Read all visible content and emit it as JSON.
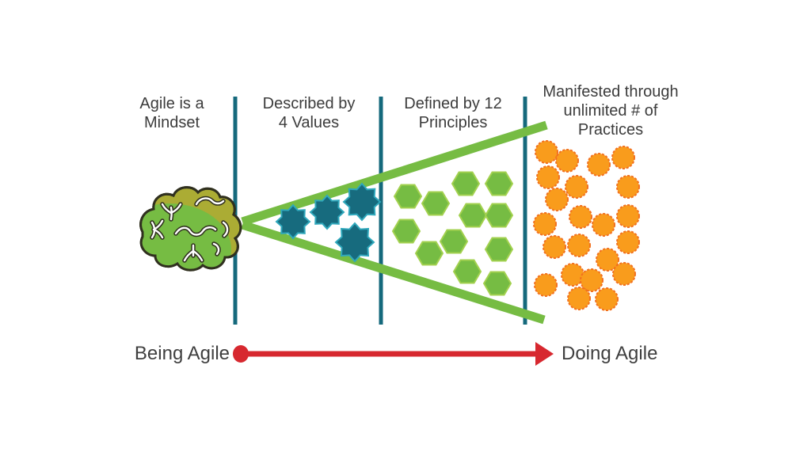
{
  "title": "Being Agile to Doing Agile funnel diagram",
  "headers": {
    "mindset": {
      "line1": "Agile is a",
      "line2": "Mindset"
    },
    "values": {
      "line1": "Described by",
      "line2": "4 Values"
    },
    "principles": {
      "line1": "Defined by 12",
      "line2": "Principles"
    },
    "practices": {
      "line1": "Manifested through",
      "line2": "unlimited # of",
      "line3": "Practices"
    }
  },
  "timeline": {
    "left_label": "Being Agile",
    "right_label": "Doing Agile"
  },
  "figures": {
    "values": {
      "shape": "star-8-point",
      "count": 4,
      "fill": "#176b7e",
      "stroke": "#2fa8bc"
    },
    "principles": {
      "shape": "hexagon",
      "count": 12,
      "fill": "#76bc43",
      "stroke": "#a3d14f"
    },
    "practices": {
      "shape": "circle-dashed",
      "count": 22,
      "fill": "#f99c1c",
      "stroke": "#f2701f"
    }
  },
  "colors": {
    "divider": "#15697c",
    "funnel": "#76bc43",
    "arrow": "#d7282f",
    "text": "#3c3c3c",
    "brain_top": "#abac34",
    "brain_bottom": "#76bc43",
    "brain_outline": "#30301f",
    "squiggle": "#30301f",
    "squiggle_inner": "#ffffff"
  }
}
